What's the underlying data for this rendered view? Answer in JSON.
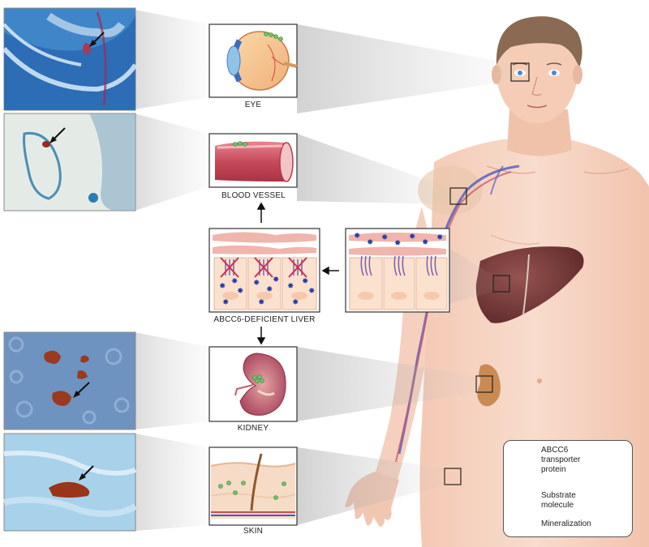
{
  "organs": {
    "eye": "EYE",
    "blood_vessel": "BLOOD VESSEL",
    "liver": "ABCC6-DEFICIENT LIVER",
    "kidney": "KIDNEY",
    "skin": "SKIN"
  },
  "legend": {
    "transporter_line1": "ABCC6",
    "transporter_line2": "transporter",
    "transporter_line3": "protein",
    "substrate_line1": "Substrate",
    "substrate_line2": "molecule",
    "mineralization": "Mineralization"
  },
  "colors": {
    "skin_tone": "#f6d2c0",
    "hair": "#8a6a52",
    "liver": "#7a3f3c",
    "kidney": "#c98b52",
    "vein": "#5a5fc0",
    "artery": "#c45c6e",
    "mineral_green": "#6bc46b",
    "substrate_blue": "#2b3da8",
    "transporter_purple": "#7b5fb0",
    "micrograph_blue": "#4f8fc4",
    "stain_brown": "#8b2e14"
  }
}
